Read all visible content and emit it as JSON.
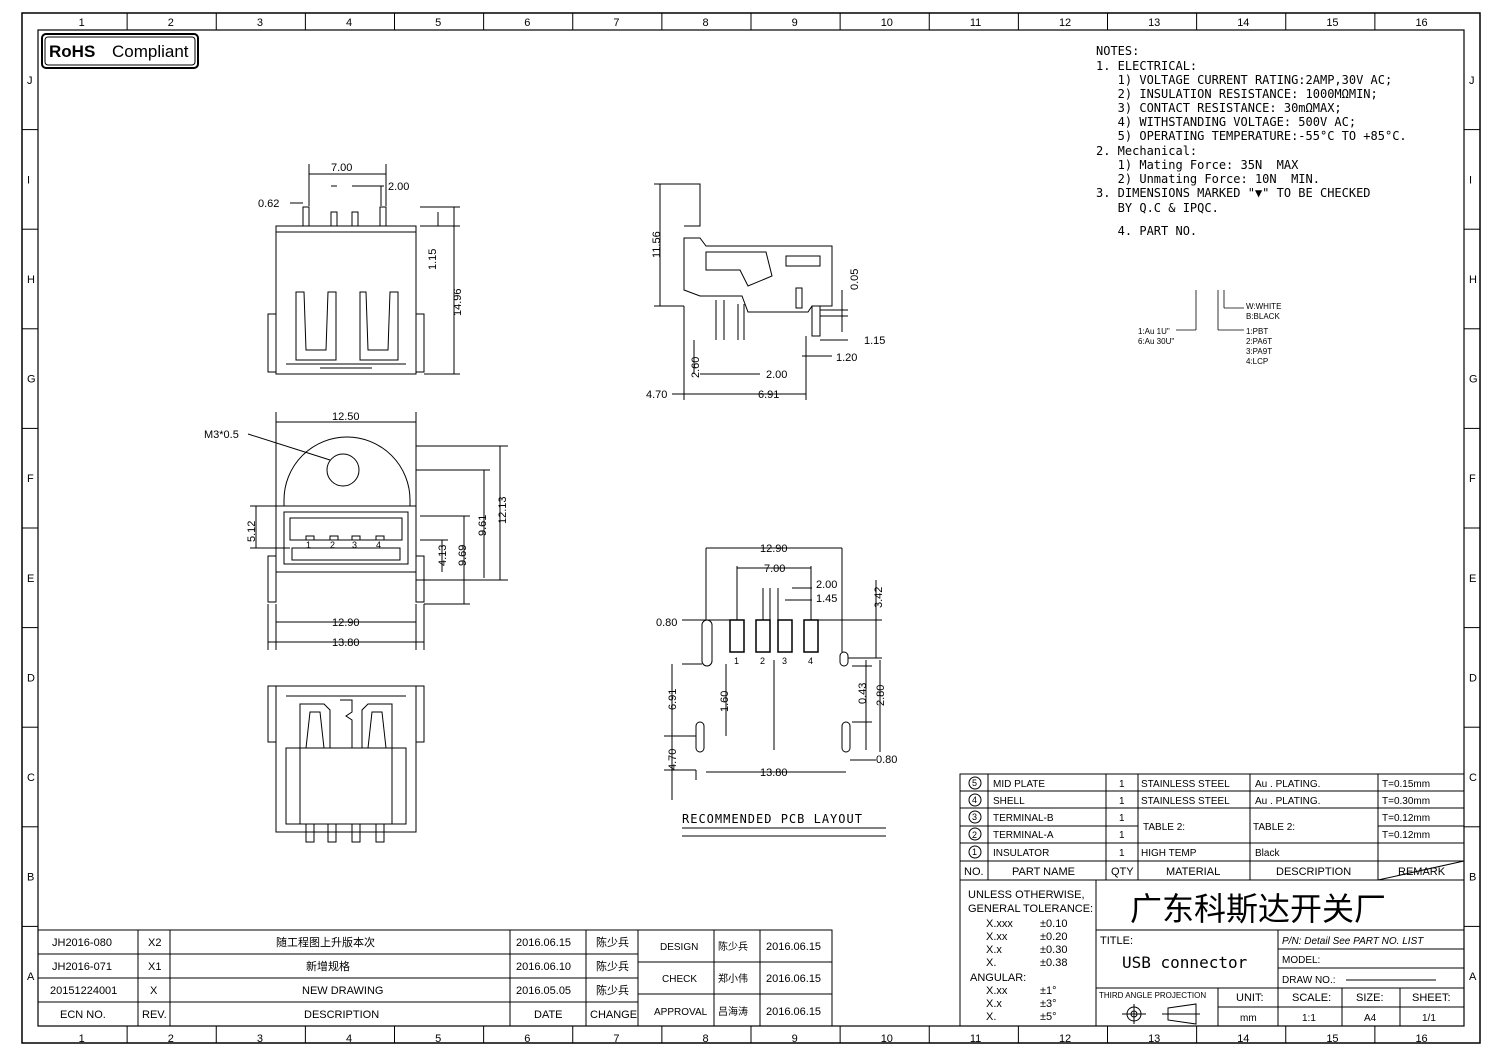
{
  "badge": "RoHS Compliant",
  "badge_parts": {
    "bold": "RoHS",
    "rest": "Compliant"
  },
  "frame": {
    "columns": [
      "1",
      "2",
      "3",
      "4",
      "5",
      "6",
      "7",
      "8",
      "9",
      "10",
      "11",
      "12",
      "13",
      "14",
      "15",
      "16"
    ],
    "rows": [
      "J",
      "I",
      "H",
      "G",
      "F",
      "E",
      "D",
      "C",
      "B",
      "A"
    ]
  },
  "notes": {
    "lines": [
      "NOTES:",
      "1. ELECTRICAL:",
      "   1) VOLTAGE CURRENT RATING:2AMP,30V AC;",
      "   2) INSULATION RESISTANCE: 1000MΩMIN;",
      "   3) CONTACT RESISTANCE: 30mΩMAX;",
      "   4) WITHSTANDING VOLTAGE: 500V AC;",
      "   5) OPERATING TEMPERATURE:-55°C TO +85°C.",
      "2. Mechanical:",
      "   1) Mating Force: 35N  MAX",
      "   2) Unmating Force: 10N  MIN.",
      "3. DIMENSIONS MARKED \"▼\" TO BE CHECKED",
      "   BY Q.C & IPQC.",
      "",
      "   4. PART NO."
    ]
  },
  "part_no": {
    "plating": [
      "1:Au 1U\"",
      "6:Au 30U\""
    ],
    "colors": [
      "W:WHITE",
      "B:BLACK"
    ],
    "materials": [
      "1:PBT",
      "2:PA6T",
      "3:PA9T",
      "4:LCP"
    ]
  },
  "dims_top": {
    "d700": "7.00",
    "d200": "2.00",
    "d062": "0.62",
    "d115": "1.15",
    "d1496": "14.96"
  },
  "dims_side": {
    "d1156": "11.56",
    "d005": "0.05",
    "d115": "1.15",
    "d120": "1.20",
    "d260": "2.60",
    "d200": "2.00",
    "d470": "4.70",
    "d691": "6.91"
  },
  "dims_front": {
    "d1250": "12.50",
    "m3": "M3*0.5",
    "d1213": "12.13",
    "d961": "9.61",
    "d969": "9.69",
    "d413": "4.13",
    "d512": "5.12",
    "d1290": "12.90",
    "d1380": "13.80",
    "pins": [
      "1",
      "2",
      "3",
      "4"
    ]
  },
  "dims_pcb": {
    "d1290": "12.90",
    "d700": "7.00",
    "d200": "2.00",
    "d145": "1.45",
    "d342": "3.42",
    "d080": "0.80",
    "d691": "6.91",
    "d160": "1.60",
    "d043": "0.43",
    "d280": "2.80",
    "d470": "4.70",
    "d1380": "13.80",
    "d080b": "0.80",
    "pins": [
      "1",
      "2",
      "3",
      "4"
    ]
  },
  "pcb_caption": "RECOMMENDED PCB LAYOUT",
  "bom": {
    "rows": [
      {
        "no": "5",
        "name": "MID PLATE",
        "qty": "1",
        "material": "STAINLESS STEEL",
        "desc": "Au . PLATING.",
        "remark": "T=0.15mm"
      },
      {
        "no": "4",
        "name": "SHELL",
        "qty": "1",
        "material": "STAINLESS STEEL",
        "desc": "Au . PLATING.",
        "remark": "T=0.30mm"
      },
      {
        "no": "3",
        "name": "TERMINAL-B",
        "qty": "1",
        "material": "",
        "desc": "",
        "remark": "T=0.12mm"
      },
      {
        "no": "2",
        "name": "TERMINAL-A",
        "qty": "1",
        "material": "",
        "desc": "",
        "remark": "T=0.12mm"
      },
      {
        "no": "1",
        "name": "INSULATOR",
        "qty": "1",
        "material": "HIGH TEMP",
        "desc": "Black",
        "remark": ""
      }
    ],
    "table2_material": "TABLE 2:",
    "table2_desc": "TABLE 2:",
    "headers": {
      "no": "NO.",
      "name": "PART NAME",
      "qty": "QTY",
      "material": "MATERIAL",
      "desc": "DESCRIPTION",
      "remark": "REMARK"
    }
  },
  "tolerance": {
    "title1": "UNLESS OTHERWISE,",
    "title2": "GENERAL TOLERANCE:",
    "rows": [
      [
        "X.xxx",
        "±0.10"
      ],
      [
        "X.xx",
        "±0.20"
      ],
      [
        "X.x",
        "±0.30"
      ],
      [
        "X.",
        "±0.38"
      ]
    ],
    "angular_label": "ANGULAR:",
    "angular": [
      [
        "X.xx",
        "±1°"
      ],
      [
        "X.x",
        "±3°"
      ],
      [
        "X.",
        "±5°"
      ]
    ]
  },
  "company": "广东科斯达开关厂",
  "title_block": {
    "title_label": "TITLE:",
    "title": "USB connector",
    "pn": "P/N: Detail  See  PART  NO.  LIST",
    "model": "MODEL:",
    "drawno": "DRAW  NO.:",
    "projection": "THIRD ANGLE PROJECTION",
    "unit_label": "UNIT:",
    "unit": "mm",
    "scale_label": "SCALE:",
    "scale": "1:1",
    "size_label": "SIZE:",
    "size": "A4",
    "sheet_label": "SHEET:",
    "sheet": "1/1"
  },
  "revisions": [
    {
      "ecn": "JH2016-080",
      "rev": "X2",
      "desc": "随工程图上升版本次",
      "date": "2016.06.15",
      "change": "陈少兵"
    },
    {
      "ecn": "JH2016-071",
      "rev": "X1",
      "desc": "新增规格",
      "date": "2016.06.10",
      "change": "陈少兵"
    },
    {
      "ecn": "20151224001",
      "rev": "X",
      "desc": "NEW DRAWING",
      "date": "2016.05.05",
      "change": "陈少兵"
    }
  ],
  "rev_headers": {
    "ecn": "ECN  NO.",
    "rev": "REV.",
    "desc": "DESCRIPTION",
    "date": "DATE",
    "change": "CHANGE"
  },
  "approvals": [
    {
      "role": "DESIGN",
      "name": "陈少兵",
      "date": "2016.06.15"
    },
    {
      "role": "CHECK",
      "name": "郑小伟",
      "date": "2016.06.15"
    },
    {
      "role": "APPROVAL",
      "name": "吕海涛",
      "date": "2016.06.15"
    }
  ]
}
